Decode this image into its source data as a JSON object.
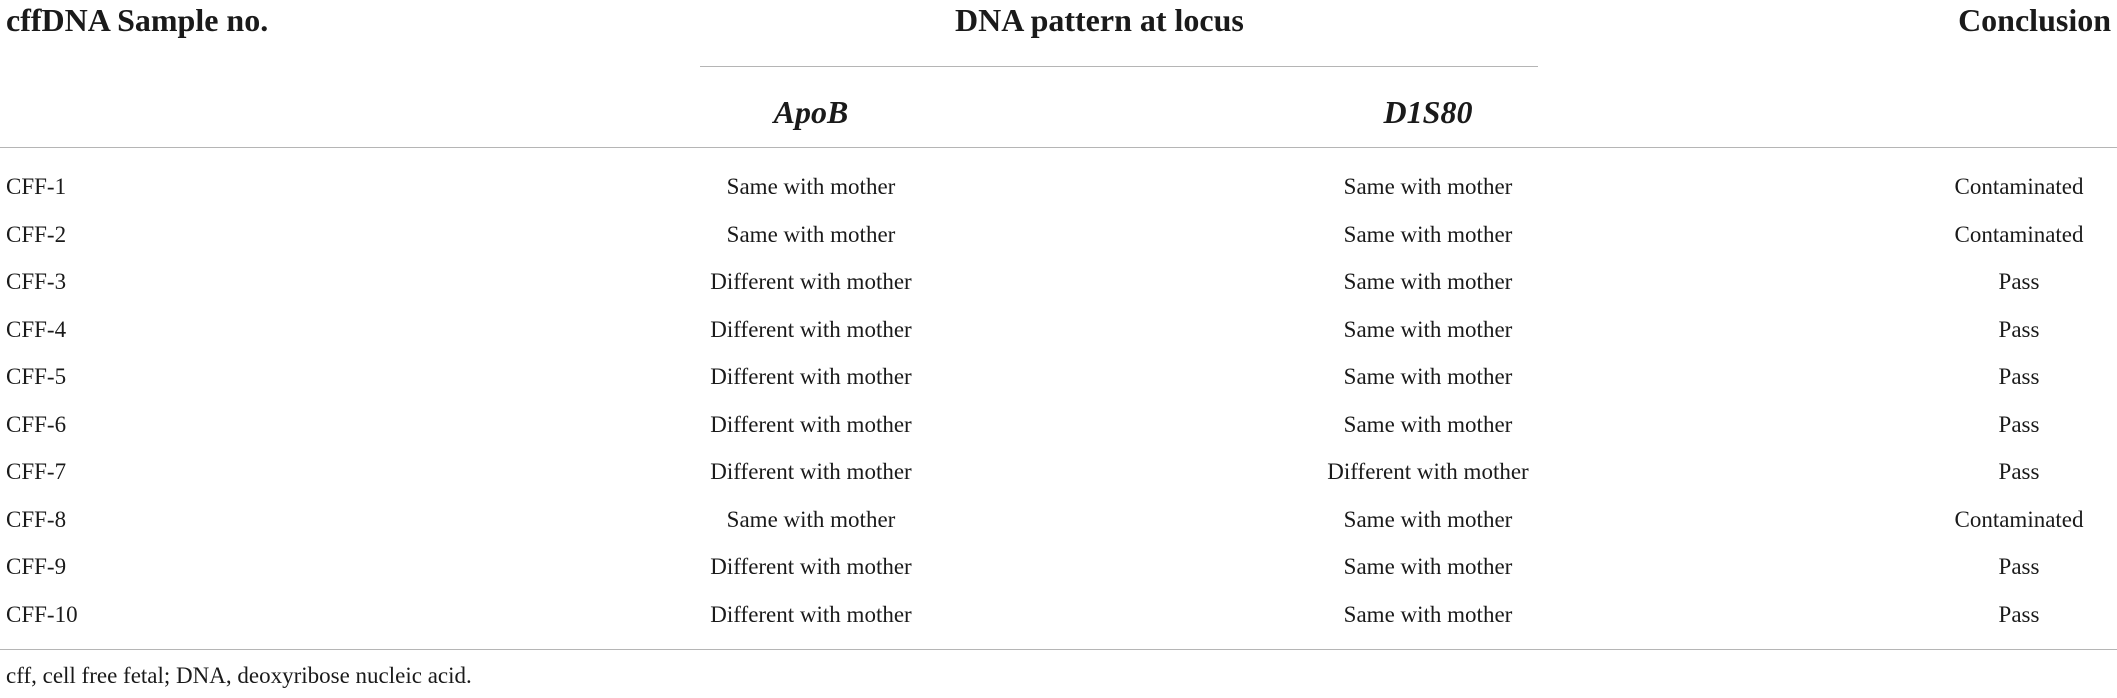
{
  "table": {
    "headers": {
      "sample": "cffDNA Sample no.",
      "pattern": "DNA pattern at locus",
      "apob": "ApoB",
      "d1s80": "D1S80",
      "conclusion": "Conclusion"
    },
    "rows": [
      {
        "sample": "CFF-1",
        "apob": "Same with mother",
        "d1s80": "Same with mother",
        "conclusion": "Contaminated"
      },
      {
        "sample": "CFF-2",
        "apob": "Same with mother",
        "d1s80": "Same with mother",
        "conclusion": "Contaminated"
      },
      {
        "sample": "CFF-3",
        "apob": "Different with mother",
        "d1s80": "Same with mother",
        "conclusion": "Pass"
      },
      {
        "sample": "CFF-4",
        "apob": "Different with mother",
        "d1s80": "Same with mother",
        "conclusion": "Pass"
      },
      {
        "sample": "CFF-5",
        "apob": "Different with mother",
        "d1s80": "Same with mother",
        "conclusion": "Pass"
      },
      {
        "sample": "CFF-6",
        "apob": "Different with mother",
        "d1s80": "Same with mother",
        "conclusion": "Pass"
      },
      {
        "sample": "CFF-7",
        "apob": "Different with mother",
        "d1s80": "Different with mother",
        "conclusion": "Pass"
      },
      {
        "sample": "CFF-8",
        "apob": "Same with mother",
        "d1s80": "Same with mother",
        "conclusion": "Contaminated"
      },
      {
        "sample": "CFF-9",
        "apob": "Different with mother",
        "d1s80": "Same with mother",
        "conclusion": "Pass"
      },
      {
        "sample": "CFF-10",
        "apob": "Different with mother",
        "d1s80": "Same with mother",
        "conclusion": "Pass"
      }
    ],
    "footnote": "cff, cell free fetal; DNA, deoxyribose nucleic acid."
  }
}
